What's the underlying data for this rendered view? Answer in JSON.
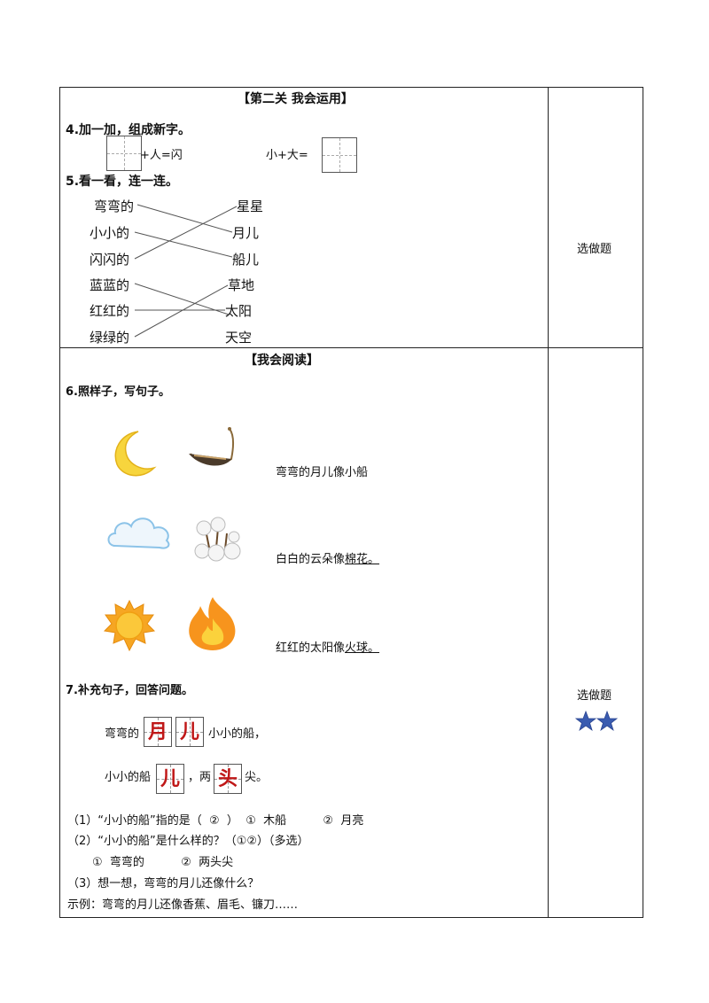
{
  "section2": {
    "title": "【第二关  我会运用】",
    "q4": {
      "heading": "4.加一加，组成新字。",
      "expr1": "+人=闪",
      "expr2": "小+大="
    },
    "q5": {
      "heading": "5.看一看，连一连。",
      "left": [
        "弯弯的",
        "小小的",
        "闪闪的",
        "蓝蓝的",
        "红红的",
        "绿绿的"
      ],
      "right": [
        "星星",
        "月儿",
        "船儿",
        "草地",
        "太阳",
        "天空"
      ]
    },
    "side_note": "选做题"
  },
  "section3": {
    "title": "【我会阅读】",
    "q6": {
      "heading": "6.照样子，写句子。",
      "row1": "弯弯的月儿像小船",
      "row2_prefix": "白白的云朵像",
      "row2_answer": "棉花。",
      "row3_prefix": "红红的太阳像",
      "row3_answer": "火球。",
      "icons": [
        "moon-icon",
        "boat-icon",
        "cloud-icon",
        "cotton-icon",
        "sun-icon",
        "fire-icon"
      ]
    },
    "q7": {
      "heading": "7.补充句子，回答问题。",
      "line1_prefix": "弯弯的",
      "line1_chars": [
        "月",
        "儿"
      ],
      "line1_suffix": "小小的船，",
      "line2_prefix": "小小的船",
      "line2_char1": "儿",
      "line2_mid": "，两",
      "line2_char2": "头",
      "line2_suffix": "尖。",
      "sub1": "（1）“小小的船”指的是（  ②  ）  ①  木船          ②  月亮",
      "sub2": "（2）“小小的船”是什么样的？（①②）（多选）",
      "sub2_options": "①  弯弯的          ②  两头尖",
      "sub3": "（3）想一想，弯弯的月儿还像什么？",
      "example": "示例：弯弯的月儿还像香蕉、眉毛、镰刀……"
    },
    "side_note": "选做题",
    "star_count": 2,
    "star_color": "#3a5cb0"
  }
}
